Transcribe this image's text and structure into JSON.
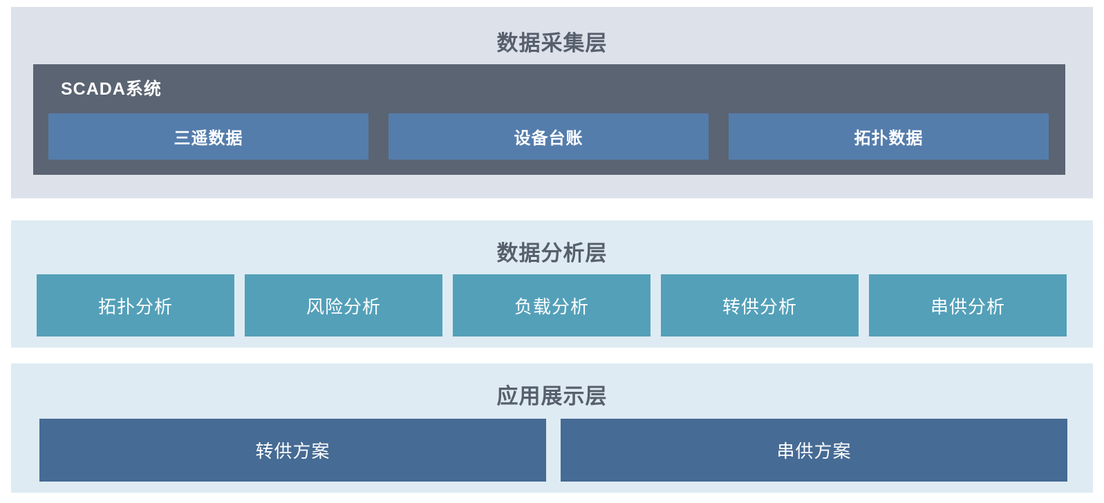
{
  "diagram": {
    "type": "layered-architecture",
    "colors": {
      "page_background": "#ffffff",
      "collection_layer_bg": "#dde1ea",
      "analysis_layer_bg": "#deebf3",
      "application_layer_bg": "#deebf3",
      "scada_container_bg": "#5b6472",
      "scada_item_bg": "#547dac",
      "analysis_item_bg": "#54a0b9",
      "application_item_bg": "#466b94",
      "title_text": "#575f6d",
      "box_text": "#ffffff"
    },
    "layers": {
      "collection": {
        "title": "数据采集层",
        "scada": {
          "label": "SCADA系统",
          "boxes": [
            {
              "label": "三遥数据"
            },
            {
              "label": "设备台账"
            },
            {
              "label": "拓扑数据"
            }
          ]
        }
      },
      "analysis": {
        "title": "数据分析层",
        "boxes": [
          {
            "label": "拓扑分析"
          },
          {
            "label": "风险分析"
          },
          {
            "label": "负载分析"
          },
          {
            "label": "转供分析"
          },
          {
            "label": "串供分析"
          }
        ]
      },
      "application": {
        "title": "应用展示层",
        "boxes": [
          {
            "label": "转供方案"
          },
          {
            "label": "串供方案"
          }
        ]
      }
    }
  }
}
